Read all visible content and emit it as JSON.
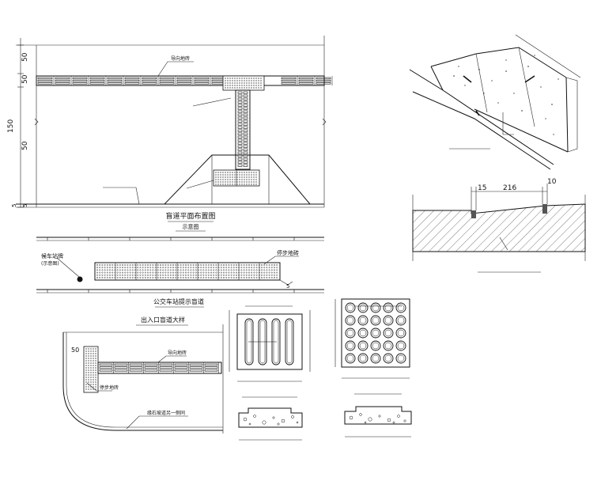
{
  "plan": {
    "dims": [
      "50",
      "50",
      "150",
      "50",
      "5",
      "5"
    ],
    "leader_top": "导向地砖",
    "title": "盲道平面布置图",
    "subtitle": "示意图"
  },
  "bus": {
    "label_left_1": "候车站牌",
    "label_left_2": "(示意图)",
    "label_right": "停步地砖",
    "dim_right": "5",
    "title": "公交车站提示盲道"
  },
  "entrance": {
    "title": "出入口盲道大样",
    "dim": "50",
    "label_guide": "导向地砖",
    "label_stop": "停步地砖",
    "label_curb": "缘石坡道另一侧同"
  },
  "section": {
    "dims": [
      "15",
      "216",
      "10"
    ]
  }
}
